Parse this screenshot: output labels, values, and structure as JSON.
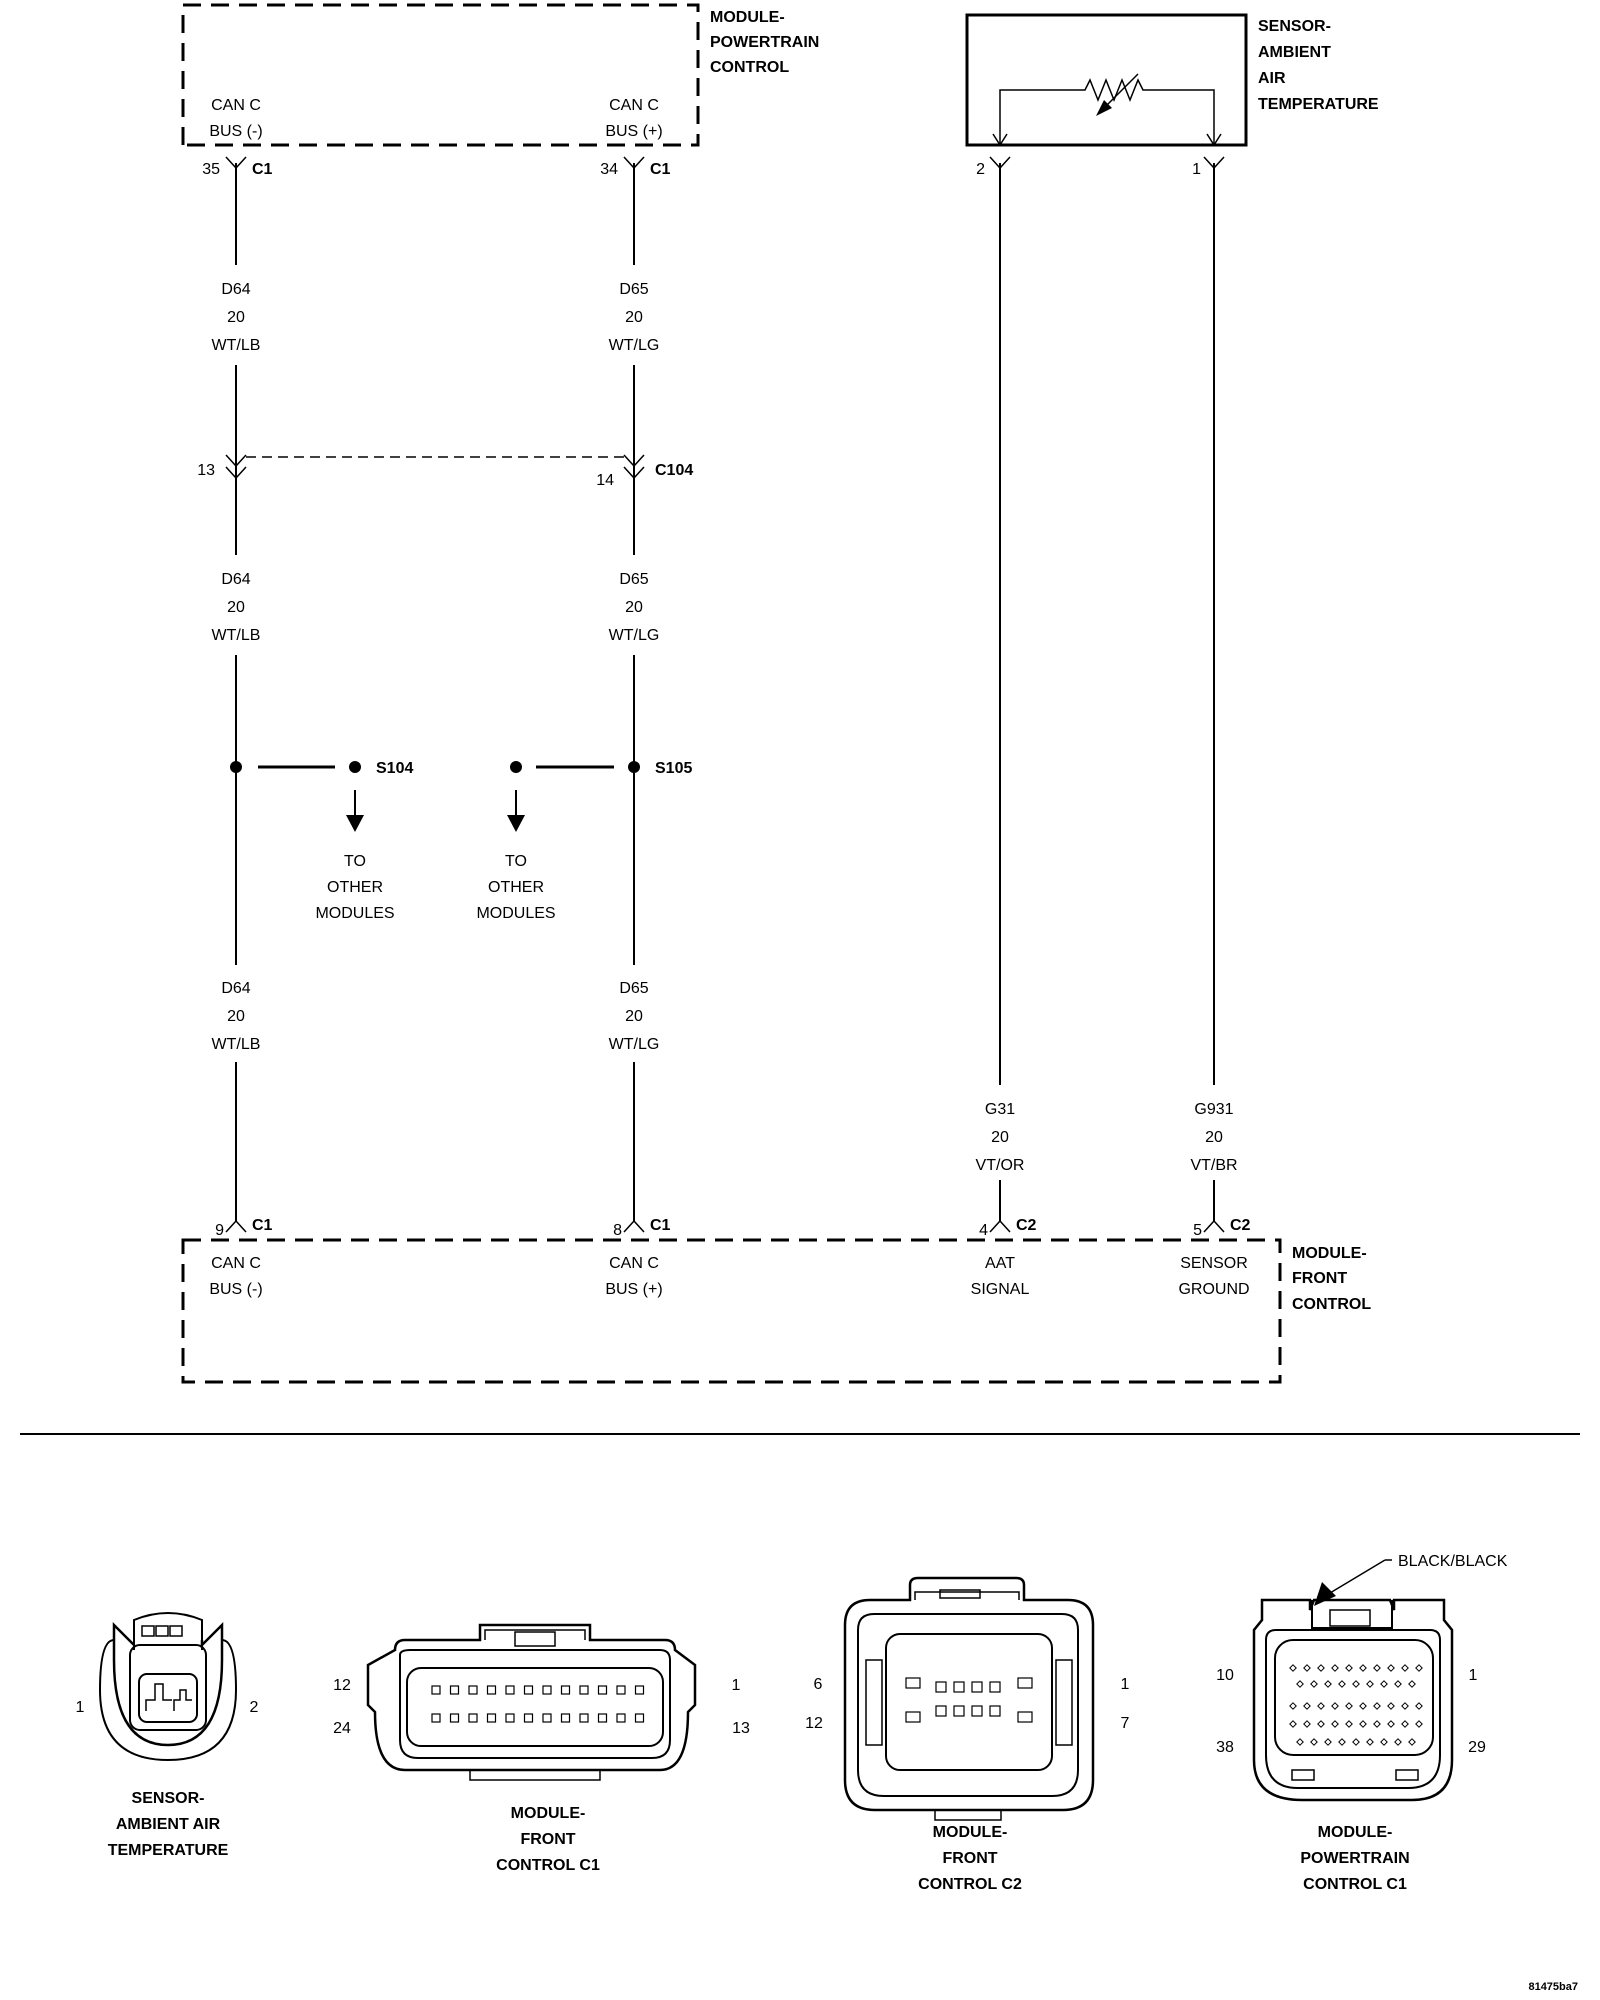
{
  "modules": {
    "pcm": {
      "name_lines": [
        "MODULE-",
        "POWERTRAIN",
        "CONTROL"
      ]
    },
    "aat_sensor": {
      "name_lines": [
        "SENSOR-",
        "AMBIENT",
        "AIR",
        "TEMPERATURE"
      ]
    },
    "fcm": {
      "name_lines": [
        "MODULE-",
        "FRONT",
        "CONTROL"
      ]
    }
  },
  "pcm_pins": [
    {
      "label": [
        "CAN C",
        "BUS (-)"
      ],
      "pin": "35",
      "connector": "C1"
    },
    {
      "label": [
        "CAN C",
        "BUS (+)"
      ],
      "pin": "34",
      "connector": "C1"
    }
  ],
  "sensor_pins": [
    {
      "pin": "2"
    },
    {
      "pin": "1"
    }
  ],
  "fcm_pins": [
    {
      "label": [
        "CAN C",
        "BUS (-)"
      ],
      "pin": "9",
      "connector": "C1"
    },
    {
      "label": [
        "CAN C",
        "BUS (+)"
      ],
      "pin": "8",
      "connector": "C1"
    },
    {
      "label": [
        "AAT",
        "SIGNAL"
      ],
      "pin": "4",
      "connector": "C2"
    },
    {
      "label": [
        "SENSOR",
        "GROUND"
      ],
      "pin": "5",
      "connector": "C2"
    }
  ],
  "wires": {
    "d64": {
      "circuit": "D64",
      "gauge": "20",
      "color": "WT/LB"
    },
    "d65": {
      "circuit": "D65",
      "gauge": "20",
      "color": "WT/LG"
    },
    "g31": {
      "circuit": "G31",
      "gauge": "20",
      "color": "VT/OR"
    },
    "g931": {
      "circuit": "G931",
      "gauge": "20",
      "color": "VT/BR"
    }
  },
  "inline_connector": {
    "name": "C104",
    "pin_left": "13",
    "pin_right": "14"
  },
  "splices": [
    {
      "name": "S104",
      "dest": [
        "TO",
        "OTHER",
        "MODULES"
      ]
    },
    {
      "name": "S105",
      "dest": [
        "TO",
        "OTHER",
        "MODULES"
      ]
    }
  ],
  "connector_views": [
    {
      "title": [
        "SENSOR-",
        "AMBIENT AIR",
        "TEMPERATURE"
      ],
      "pins": [
        "1",
        "2"
      ]
    },
    {
      "title": [
        "MODULE-",
        "FRONT",
        "CONTROL C1"
      ],
      "pins": [
        "12",
        "1",
        "24",
        "13"
      ]
    },
    {
      "title": [
        "MODULE-",
        "FRONT",
        "CONTROL C2"
      ],
      "pins": [
        "6",
        "1",
        "12",
        "7"
      ]
    },
    {
      "title": [
        "MODULE-",
        "POWERTRAIN",
        "CONTROL C1"
      ],
      "pins": [
        "10",
        "1",
        "38",
        "29"
      ],
      "callout": "BLACK/BLACK"
    }
  ],
  "figure_id": "81475ba7"
}
